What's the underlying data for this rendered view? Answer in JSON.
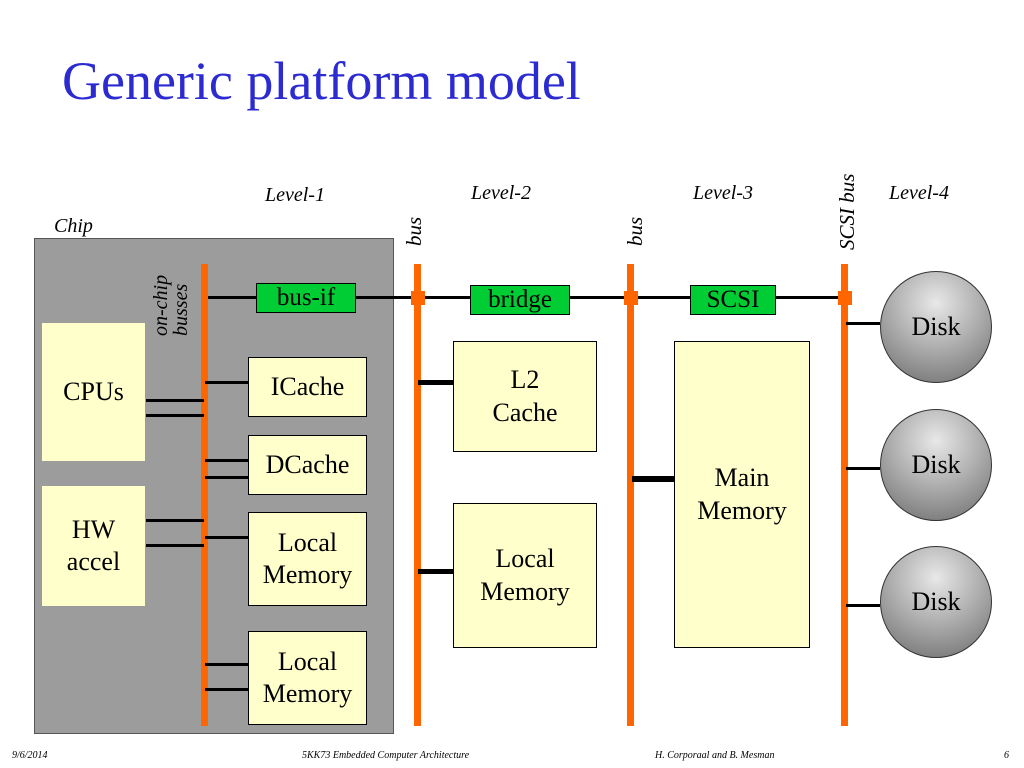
{
  "title": "Generic platform model",
  "levels": [
    "Level-1",
    "Level-2",
    "Level-3",
    "Level-4"
  ],
  "labels": {
    "chip": "Chip",
    "on_chip_line1": "on-chip",
    "on_chip_line2": "busses",
    "bus1": "bus",
    "bus2": "bus",
    "scsi_bus": "SCSI bus"
  },
  "blocks": {
    "cpus": "CPUs",
    "hw_line1": "HW",
    "hw_line2": "accel",
    "bus_if": "bus-if",
    "bridge": "bridge",
    "scsi": "SCSI",
    "icache": "ICache",
    "dcache": "DCache",
    "local_mem_1_line1": "Local",
    "local_mem_1_line2": "Memory",
    "local_mem_2_line1": "Local",
    "local_mem_2_line2": "Memory",
    "l2_line1": "L2",
    "l2_line2": "Cache",
    "local_mem_3_line1": "Local",
    "local_mem_3_line2": "Memory",
    "main_line1": "Main",
    "main_line2": "Memory",
    "disk1": "Disk",
    "disk2": "Disk",
    "disk3": "Disk"
  },
  "footer": {
    "date": "9/6/2014",
    "course": "5KK73 Embedded Computer Architecture",
    "authors": "H. Corporaal and B. Mesman",
    "page": "6"
  },
  "colors": {
    "title": "#2b2bd1",
    "bus": "#ff6600",
    "green_block": "#00cc33",
    "memory_block": "#ffffcc",
    "processor_block": "#ccccff",
    "chip": "#9c9c9c"
  }
}
